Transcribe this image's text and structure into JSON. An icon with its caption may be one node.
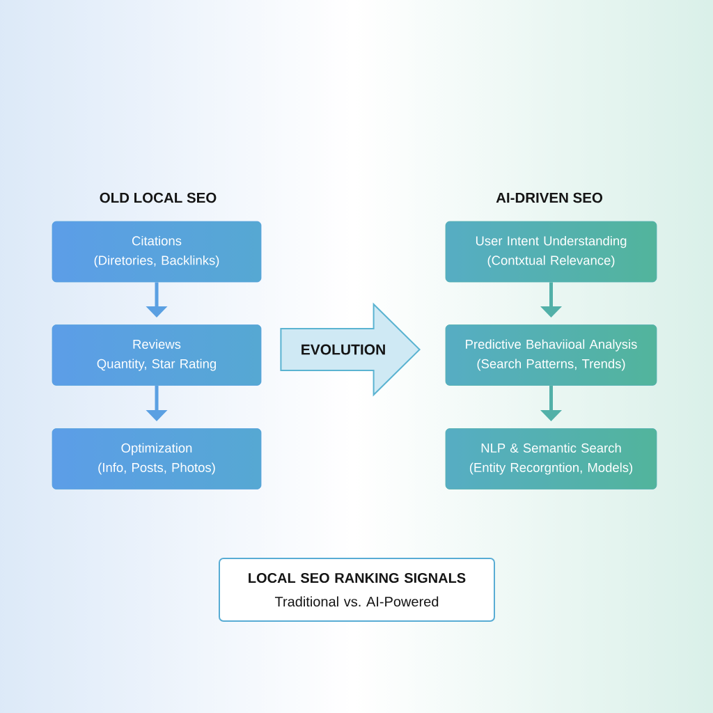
{
  "diagram": {
    "nodes": [
      {
        "text": [
          "Citations",
          "(Diretories, Backlinks)"
        ]
      },
      {
        "text": [
          "Reviews",
          "Quantity, Star Rating"
        ]
      },
      {
        "text": [
          "Optimization",
          "(Info, Posts, Photos)"
        ]
      },
      {
        "text": [
          "User Intent Understanding",
          "(Contxtual Relevance)"
        ]
      },
      {
        "text": [
          "Predictive Behaviioal Analysis",
          "(Search Patterns, Trends)"
        ]
      },
      {
        "text": [
          "NLP & Semantic Search",
          "(Entity Recorgntion, Models)"
        ]
      },
      {
        "text": [
          "LOCAL SEO RANKING SIGNALS",
          "Traditional vs. AI-Powered"
        ]
      }
    ],
    "edges": [
      {
        "from": 0,
        "to": 1,
        "arrow": "to",
        "color": "#5ba0e2"
      },
      {
        "from": 1,
        "to": 2,
        "arrow": "to",
        "color": "#5ba0e2"
      },
      {
        "from": 3,
        "to": 4,
        "arrow": "to",
        "color": "#52b0a8"
      },
      {
        "from": 4,
        "to": 5,
        "arrow": "to",
        "color": "#52b0a8"
      },
      {
        "from": 1,
        "to": 4,
        "arrow": "to",
        "label": "EVOLUTION",
        "style": "thick",
        "color": "#5ab3d1"
      }
    ],
    "labels": [
      "OLD LOCAL SEO",
      "AI-DRIVEN SEO"
    ]
  }
}
